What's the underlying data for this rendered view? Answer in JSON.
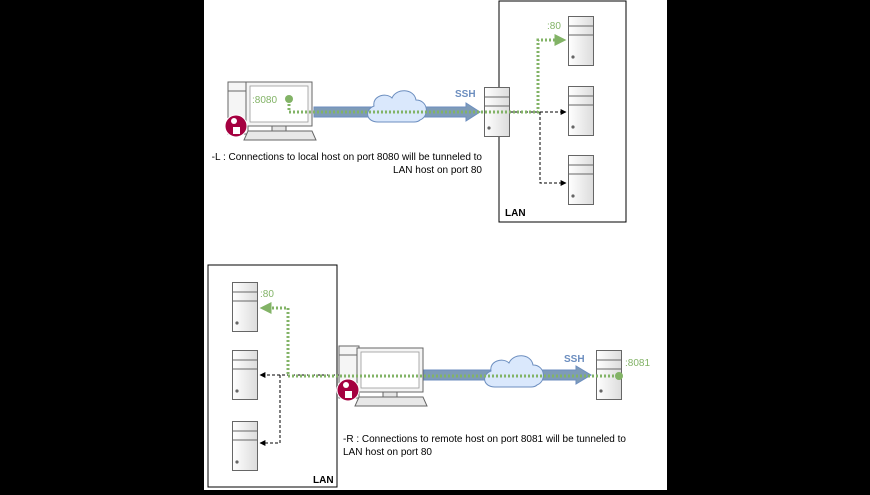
{
  "diagram_top": {
    "lan_label": "LAN",
    "ssh_label": "SSH",
    "local_port": ":8080",
    "target_port": ":80",
    "caption_line1": "-L : Connections to local host on port 8080 will be tunneled to",
    "caption_line2": "LAN host on port 80"
  },
  "diagram_bottom": {
    "lan_label": "LAN",
    "ssh_label": "SSH",
    "remote_port": ":8081",
    "target_port": ":80",
    "caption_line1": "-R : Connections to remote host on port 8081 will be tunneled to",
    "caption_line2": "LAN host on port 80"
  },
  "colors": {
    "green": "#82b366",
    "tunnel_blue": "#6c8ebf",
    "tunnel_fill": "#7e9bb8",
    "device_fill": "#f5f5f5",
    "device_stroke": "#666666",
    "cloud_fill": "#dae8fc",
    "ssh_text": "#6c8ebf",
    "badge": "#a50040"
  }
}
